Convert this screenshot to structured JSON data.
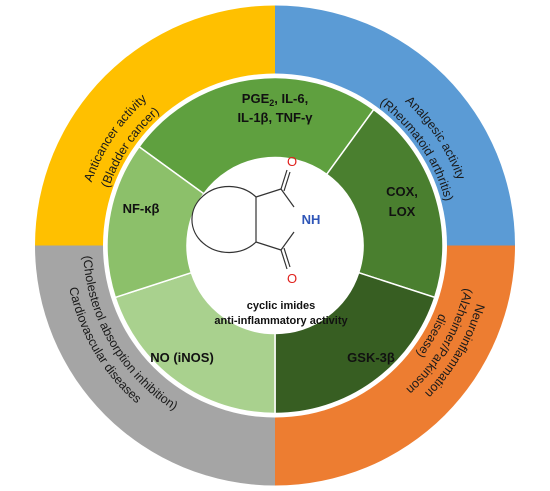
{
  "outer_ring": {
    "top_left": {
      "line1": "Anticancer activity",
      "line2": "(Bladder cancer)"
    },
    "top_right": {
      "line1": "Analgesic activity",
      "line2": "(Rheumatoid arthritis)"
    },
    "bottom_right": {
      "line1": "Neuroinflammation",
      "line2": "(Alzheimer/Parkinson",
      "line3": "disease)"
    },
    "bottom_left": {
      "line1": "Cardiovascular diseases",
      "line2": "(Cholesterol absorption inhibition)"
    }
  },
  "inner_ring": {
    "top": {
      "line1_pre": "PGE",
      "line1_sub": "2",
      "line1_post": ", IL-6,",
      "line2": "IL-1β, TNF-γ"
    },
    "right": {
      "line1": "COX,",
      "line2": "LOX"
    },
    "bottom_right": {
      "line1": "GSK-3β"
    },
    "bottom_left": {
      "line1": "NO (iNOS)"
    },
    "left": {
      "line1": "NF-κβ"
    }
  },
  "center": {
    "atom_o_top": "O",
    "atom_nh": "NH",
    "atom_o_bottom": "O",
    "caption_line1": "cyclic imides",
    "caption_line2": "anti-inflammatory activity"
  },
  "colors": {
    "outer_top_left": "#ffc000",
    "outer_top_right": "#5b9bd5",
    "outer_bottom_right": "#ed7d31",
    "outer_bottom_left": "#a5a5a5",
    "inner_top": "#5fa03f",
    "inner_right": "#4a7f2f",
    "inner_bottom_right": "#375e22",
    "inner_bottom_left": "#a9d18e",
    "inner_left": "#8cc06a",
    "divider": "#ffffff"
  }
}
